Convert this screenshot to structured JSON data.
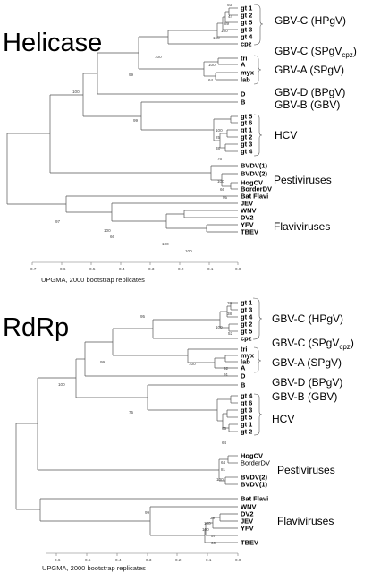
{
  "panels": [
    {
      "title": "Helicase",
      "method": "UPGMA, 2000 bootstrap replicates",
      "axis_ticks": [
        "0.7",
        "0.6",
        "0.5",
        "0.4",
        "0.3",
        "0.2",
        "0.1",
        "0.0"
      ],
      "leaves": [
        "gt 1",
        "gt 2",
        "gt 5",
        "gt 3",
        "gt 4",
        "cpz",
        "tri",
        "A",
        "myx",
        "lab",
        "D",
        "B",
        "gt 5",
        "gt 6",
        "gt 1",
        "gt 2",
        "gt 3",
        "gt 4",
        "BVDV(1)",
        "BVDV(2)",
        "HogCV",
        "BorderDV",
        "Bat Flavi",
        "JEV",
        "WNV",
        "DV2",
        "YFV",
        "TBEV"
      ],
      "groups": [
        {
          "text": "GBV-C (HPgV)"
        },
        {
          "text": "GBV-C (SPgV",
          "sub": "cpz",
          "tail": ")"
        },
        {
          "text": "GBV-A (SPgV)"
        },
        {
          "text": "GBV-D (BPgV)"
        },
        {
          "text": "GBV-B (GBV)"
        },
        {
          "text": "HCV"
        },
        {
          "text": "Pestiviruses"
        },
        {
          "text": "Flaviviruses"
        }
      ],
      "bootstraps": [
        "93",
        "44",
        "89",
        "100",
        "100",
        "100",
        "100",
        "64",
        "99",
        "100",
        "99",
        "100",
        "25",
        "38",
        "76",
        "100",
        "66",
        "95",
        "97",
        "100",
        "66",
        "100",
        "100"
      ]
    },
    {
      "title": "RdRp",
      "method": "UPGMA, 2000 bootstrap replicates",
      "axis_ticks": [
        "0.6",
        "0.5",
        "0.4",
        "0.3",
        "0.2",
        "0.1",
        "0.0"
      ],
      "leaves": [
        "gt 1",
        "gt 3",
        "gt 4",
        "gt 2",
        "gt 5",
        "cpz",
        "tri",
        "myx",
        "lab",
        "A",
        "D",
        "B",
        "gt 4",
        "gt 6",
        "gt 3",
        "gt 5",
        "gt 1",
        "gt 2",
        "HogCV",
        "BorderDV",
        "BVDV(2)",
        "BVDV(1)",
        "Bat Flavi",
        "WNV",
        "DV2",
        "JEV",
        "YFV",
        "TBEV"
      ],
      "groups": [
        {
          "text": "GBV-C (HPgV)"
        },
        {
          "text": "GBV-C (SPgV",
          "sub": "cpz",
          "tail": ")"
        },
        {
          "text": "GBV-A (SPgV)"
        },
        {
          "text": "GBV-D (BPgV)"
        },
        {
          "text": "GBV-B (GBV)"
        },
        {
          "text": "HCV"
        },
        {
          "text": "Pestiviruses"
        },
        {
          "text": "Flaviviruses"
        }
      ],
      "bootstraps": [
        "35",
        "38",
        "100",
        "52",
        "95",
        "100",
        "92",
        "91",
        "99",
        "100",
        "75",
        "65",
        "64",
        "64",
        "81",
        "100",
        "99",
        "39",
        "100",
        "100",
        "57",
        "60"
      ]
    }
  ]
}
